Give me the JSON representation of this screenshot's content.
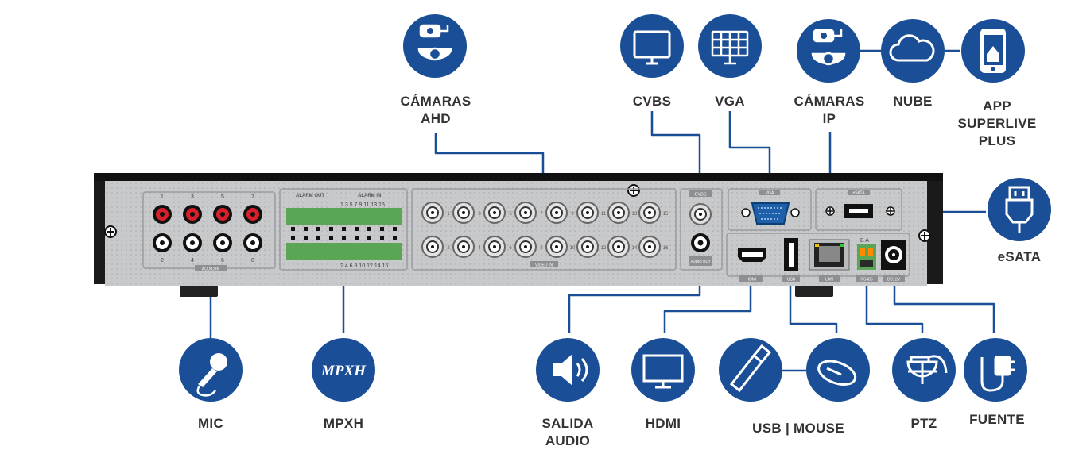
{
  "theme": {
    "accent": "#1a4e96",
    "panel": "#c7c8ca",
    "chassis": "#1a1a1a",
    "line": "#1a4e96"
  },
  "panel": {
    "alarm_out": "ALARM OUT",
    "alarm_in": "ALARM IN",
    "alarm_top_nums": "1  3  5  7  9  11 13 15",
    "alarm_bottom_nums": "2  4  6  8  10 12 14 16",
    "audio_in_top": [
      "1",
      "3",
      "5",
      "7"
    ],
    "audio_in_bottom": [
      "2",
      "4",
      "6",
      "8"
    ],
    "audio_in_label": "AUDIO IN",
    "video_in_label": "VIDEO IN",
    "video_top": [
      "1",
      "3",
      "5",
      "7",
      "9",
      "11",
      "13",
      "15"
    ],
    "video_bottom": [
      "2",
      "4",
      "6",
      "8",
      "10",
      "12",
      "14",
      "16"
    ],
    "cvbs": "CVBS",
    "audio_out_label": "AUDIO OUT",
    "vga": "VGA",
    "esata": "eSATA",
    "hdmi": "HDMI",
    "usb": "USB",
    "lan": "LAN",
    "rs485": "RS485",
    "dc": "DC12V",
    "rs485_pins": "B  A"
  },
  "callouts": {
    "camaras_ahd": [
      "CÁMARAS",
      "AHD"
    ],
    "cvbs": [
      "CVBS"
    ],
    "vga": [
      "VGA"
    ],
    "camaras_ip": [
      "CÁMARAS",
      "IP"
    ],
    "nube": [
      "NUBE"
    ],
    "app": [
      "APP",
      "SUPERLIVE",
      "PLUS"
    ],
    "esata": [
      "eSATA"
    ],
    "mic": [
      "MIC"
    ],
    "mpxh": [
      "MPXH"
    ],
    "salida_audio": [
      "SALIDA",
      "AUDIO"
    ],
    "hdmi": [
      "HDMI"
    ],
    "usb_mouse": [
      "USB | MOUSE"
    ],
    "ptz": [
      "PTZ"
    ],
    "fuente": [
      "FUENTE"
    ]
  },
  "icons": {
    "camaras_ahd": "camera-icon",
    "cvbs": "monitor-icon",
    "vga": "grid-monitor-icon",
    "camaras_ip": "camera-icon",
    "nube": "cloud-icon",
    "app": "phone-icon",
    "esata": "esata-plug-icon",
    "mic": "microphone-icon",
    "mpxh": "mpxh-logo-icon",
    "salida_audio": "speaker-icon",
    "hdmi": "tv-icon",
    "usb": "usb-stick-icon",
    "mouse": "mouse-icon",
    "ptz": "ptz-dome-icon",
    "fuente": "power-adapter-icon"
  },
  "mpxh_logo_text": "MPXH"
}
